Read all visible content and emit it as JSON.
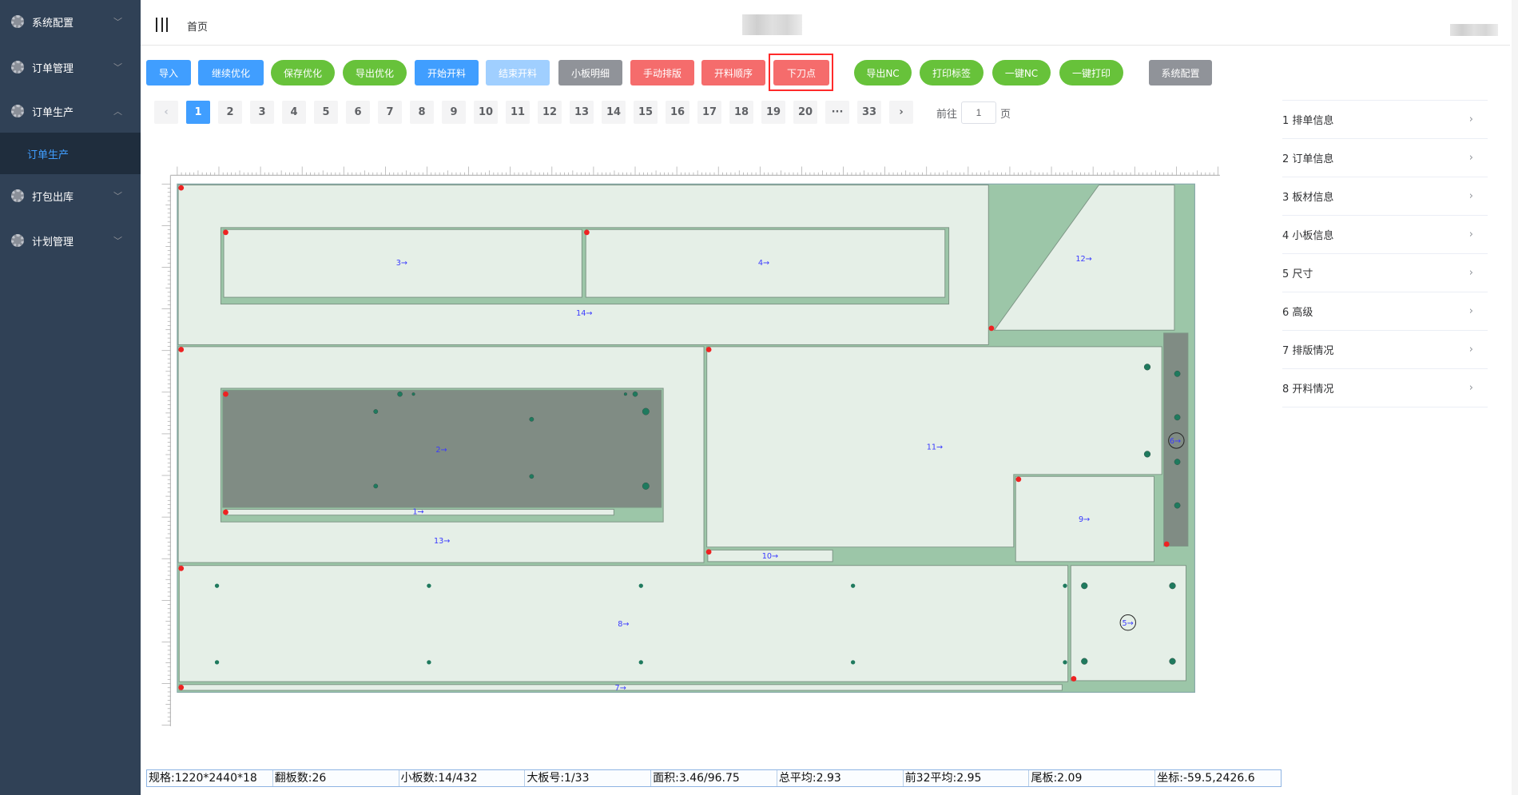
{
  "sidebar": {
    "items": [
      {
        "label": "系统配置",
        "icon": "gear-icon",
        "expanded": false
      },
      {
        "label": "订单管理",
        "icon": "gear-icon",
        "expanded": false
      },
      {
        "label": "订单生产",
        "icon": "gear-icon",
        "expanded": true
      },
      {
        "label": "打包出库",
        "icon": "gear-icon",
        "expanded": false
      },
      {
        "label": "计划管理",
        "icon": "gear-icon",
        "expanded": false
      }
    ],
    "active_sub": "订单生产"
  },
  "header": {
    "breadcrumb": "首页"
  },
  "toolbar": {
    "buttons": [
      {
        "label": "导入",
        "color": "#409eff"
      },
      {
        "label": "继续优化",
        "color": "#409eff"
      },
      {
        "label": "保存优化",
        "color": "#67c23a"
      },
      {
        "label": "导出优化",
        "color": "#67c23a"
      },
      {
        "label": "开始开料",
        "color": "#409eff"
      },
      {
        "label": "结束开料",
        "color": "#a0cfff"
      },
      {
        "label": "小板明细",
        "color": "#909399"
      },
      {
        "label": "手动排版",
        "color": "#f56c6c"
      },
      {
        "label": "开料顺序",
        "color": "#f56c6c"
      },
      {
        "label": "下刀点",
        "color": "#f56c6c",
        "highlighted": true
      },
      {
        "label": "导出NC",
        "color": "#67c23a"
      },
      {
        "label": "打印标签",
        "color": "#67c23a"
      },
      {
        "label": "一键NC",
        "color": "#67c23a"
      },
      {
        "label": "一键打印",
        "color": "#67c23a"
      },
      {
        "label": "系统配置",
        "color": "#909399"
      }
    ]
  },
  "pagination": {
    "prev": "‹",
    "next": "›",
    "pages": [
      "1",
      "2",
      "3",
      "4",
      "5",
      "6",
      "7",
      "8",
      "9",
      "10",
      "11",
      "12",
      "13",
      "14",
      "15",
      "16",
      "17",
      "18",
      "19",
      "20",
      "···",
      "33"
    ],
    "current": "1",
    "goto_label": "前往",
    "goto_value": "1",
    "page_suffix": "页"
  },
  "right_panel": {
    "items": [
      "1 排单信息",
      "2 订单信息",
      "3 板材信息",
      "4 小板信息",
      "5 尺寸",
      "6 高级",
      "7 排版情况",
      "8 开料情况"
    ]
  },
  "board": {
    "labels": {
      "p1": "1→",
      "p2": "2→",
      "p3": "3→",
      "p4": "4→",
      "p5": "5→",
      "p6": "6→",
      "p7": "7→",
      "p8": "8→",
      "p9": "9→",
      "p10": "10→",
      "p11": "11→",
      "p12": "12→",
      "p13": "13→",
      "p14": "14→"
    }
  },
  "status": {
    "cells": [
      "规格:1220*2440*18",
      "翻板数:26",
      "小板数:14/432",
      "大板号:1/33",
      "面积:3.46/96.75",
      "总平均:2.93",
      "前32平均:2.95",
      "尾板:2.09",
      "坐标:-59.5,2426.6"
    ]
  }
}
